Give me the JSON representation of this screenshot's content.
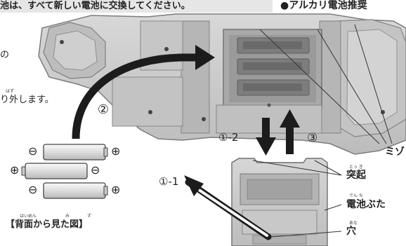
{
  "header": {
    "notice": "池は、すべて新しい電池に交換してください。",
    "battery_type": "●アルカリ電池推奨"
  },
  "left_text": {
    "line1_suffix": "の",
    "line2_ruby": "はず",
    "line2": "り外します。"
  },
  "steps": {
    "step_1_1": "①-1",
    "step_1_2": "①-2",
    "step_2": "②",
    "step_3": "③"
  },
  "battery_polarity": {
    "minus": "⊖",
    "plus": "⊕"
  },
  "caption": {
    "ruby_1": "はいめん",
    "ruby_2": "み",
    "ruby_3": "ず",
    "text": "【背面から見た図】"
  },
  "labels": {
    "mizo": "ミゾ",
    "tokki_ruby": "とっ き",
    "tokki": "突起",
    "denchi_buta_ruby": "でん ち",
    "denchi_buta": "電池ぶた",
    "ana_ruby": "あな",
    "ana": "穴"
  },
  "colors": {
    "device": "#c9c9c9",
    "device_dark": "#8e8e8e",
    "arrow": "#1c1c1c",
    "banner_bg": "#e6e6e6"
  }
}
